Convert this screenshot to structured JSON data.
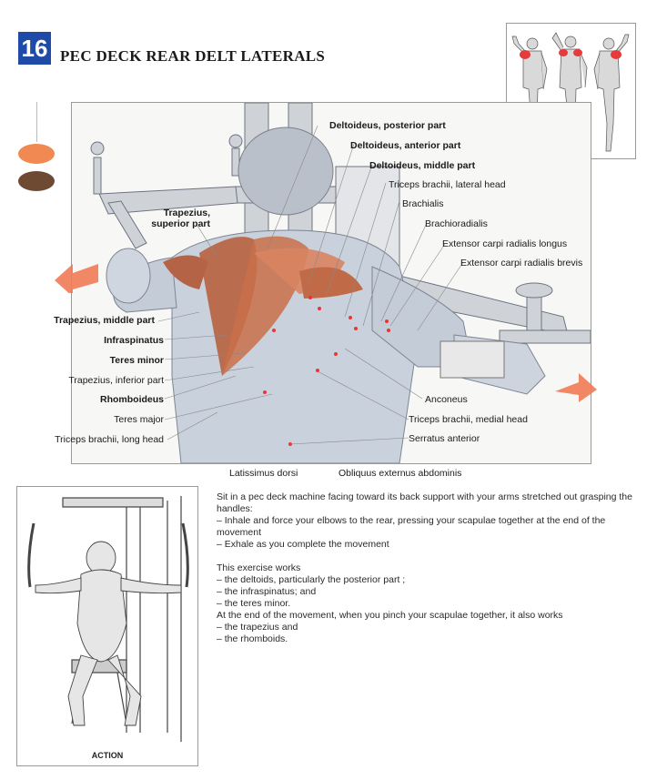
{
  "header": {
    "number": "16",
    "title": "PEC DECK REAR DELT LATERALS"
  },
  "muscle_labels": {
    "deltoideus_posterior": "Deltoideus, posterior part",
    "deltoideus_anterior": "Deltoideus, anterior part",
    "deltoideus_middle": "Deltoideus, middle part",
    "triceps_lateral": "Triceps brachii, lateral head",
    "brachialis": "Brachialis",
    "brachioradialis": "Brachioradialis",
    "extensor_longus": "Extensor carpi radialis longus",
    "extensor_brevis": "Extensor carpi radialis brevis",
    "trapezius_superior_1": "Trapezius,",
    "trapezius_superior_2": "superior part",
    "trapezius_middle": "Trapezius, middle part",
    "infraspinatus": "Infraspinatus",
    "teres_minor": "Teres minor",
    "trapezius_inferior": "Trapezius, inferior part",
    "rhomboideus": "Rhomboideus",
    "teres_major": "Teres major",
    "triceps_long": "Triceps brachii, long head",
    "anconeus": "Anconeus",
    "triceps_medial": "Triceps brachii, medial head",
    "serratus": "Serratus anterior",
    "latissimus": "Latissimus dorsi",
    "obliquus": "Obliquus externus abdominis"
  },
  "colors": {
    "badge": "#1f4aa8",
    "primary_muscle": "#f08a52",
    "secondary_muscle": "#6e4a33",
    "arrow": "#f07a55"
  },
  "action_label": "ACTION",
  "instructions": {
    "p1": "Sit in a pec deck machine facing toward its back support with your arms stretched out grasping the handles:",
    "p2": "– Inhale and force your elbows to the rear, pressing your scapulae together at the end of the movement",
    "p3": "– Exhale as you complete the movement",
    "p4": "This exercise works",
    "p5": "– the deltoids, particularly the posterior part ;",
    "p6": "– the infraspinatus; and",
    "p7": "– the teres minor.",
    "p8": "At the end of the movement, when you pinch your scapulae together, it also works",
    "p9": "– the trapezius and",
    "p10": "– the rhomboids."
  }
}
